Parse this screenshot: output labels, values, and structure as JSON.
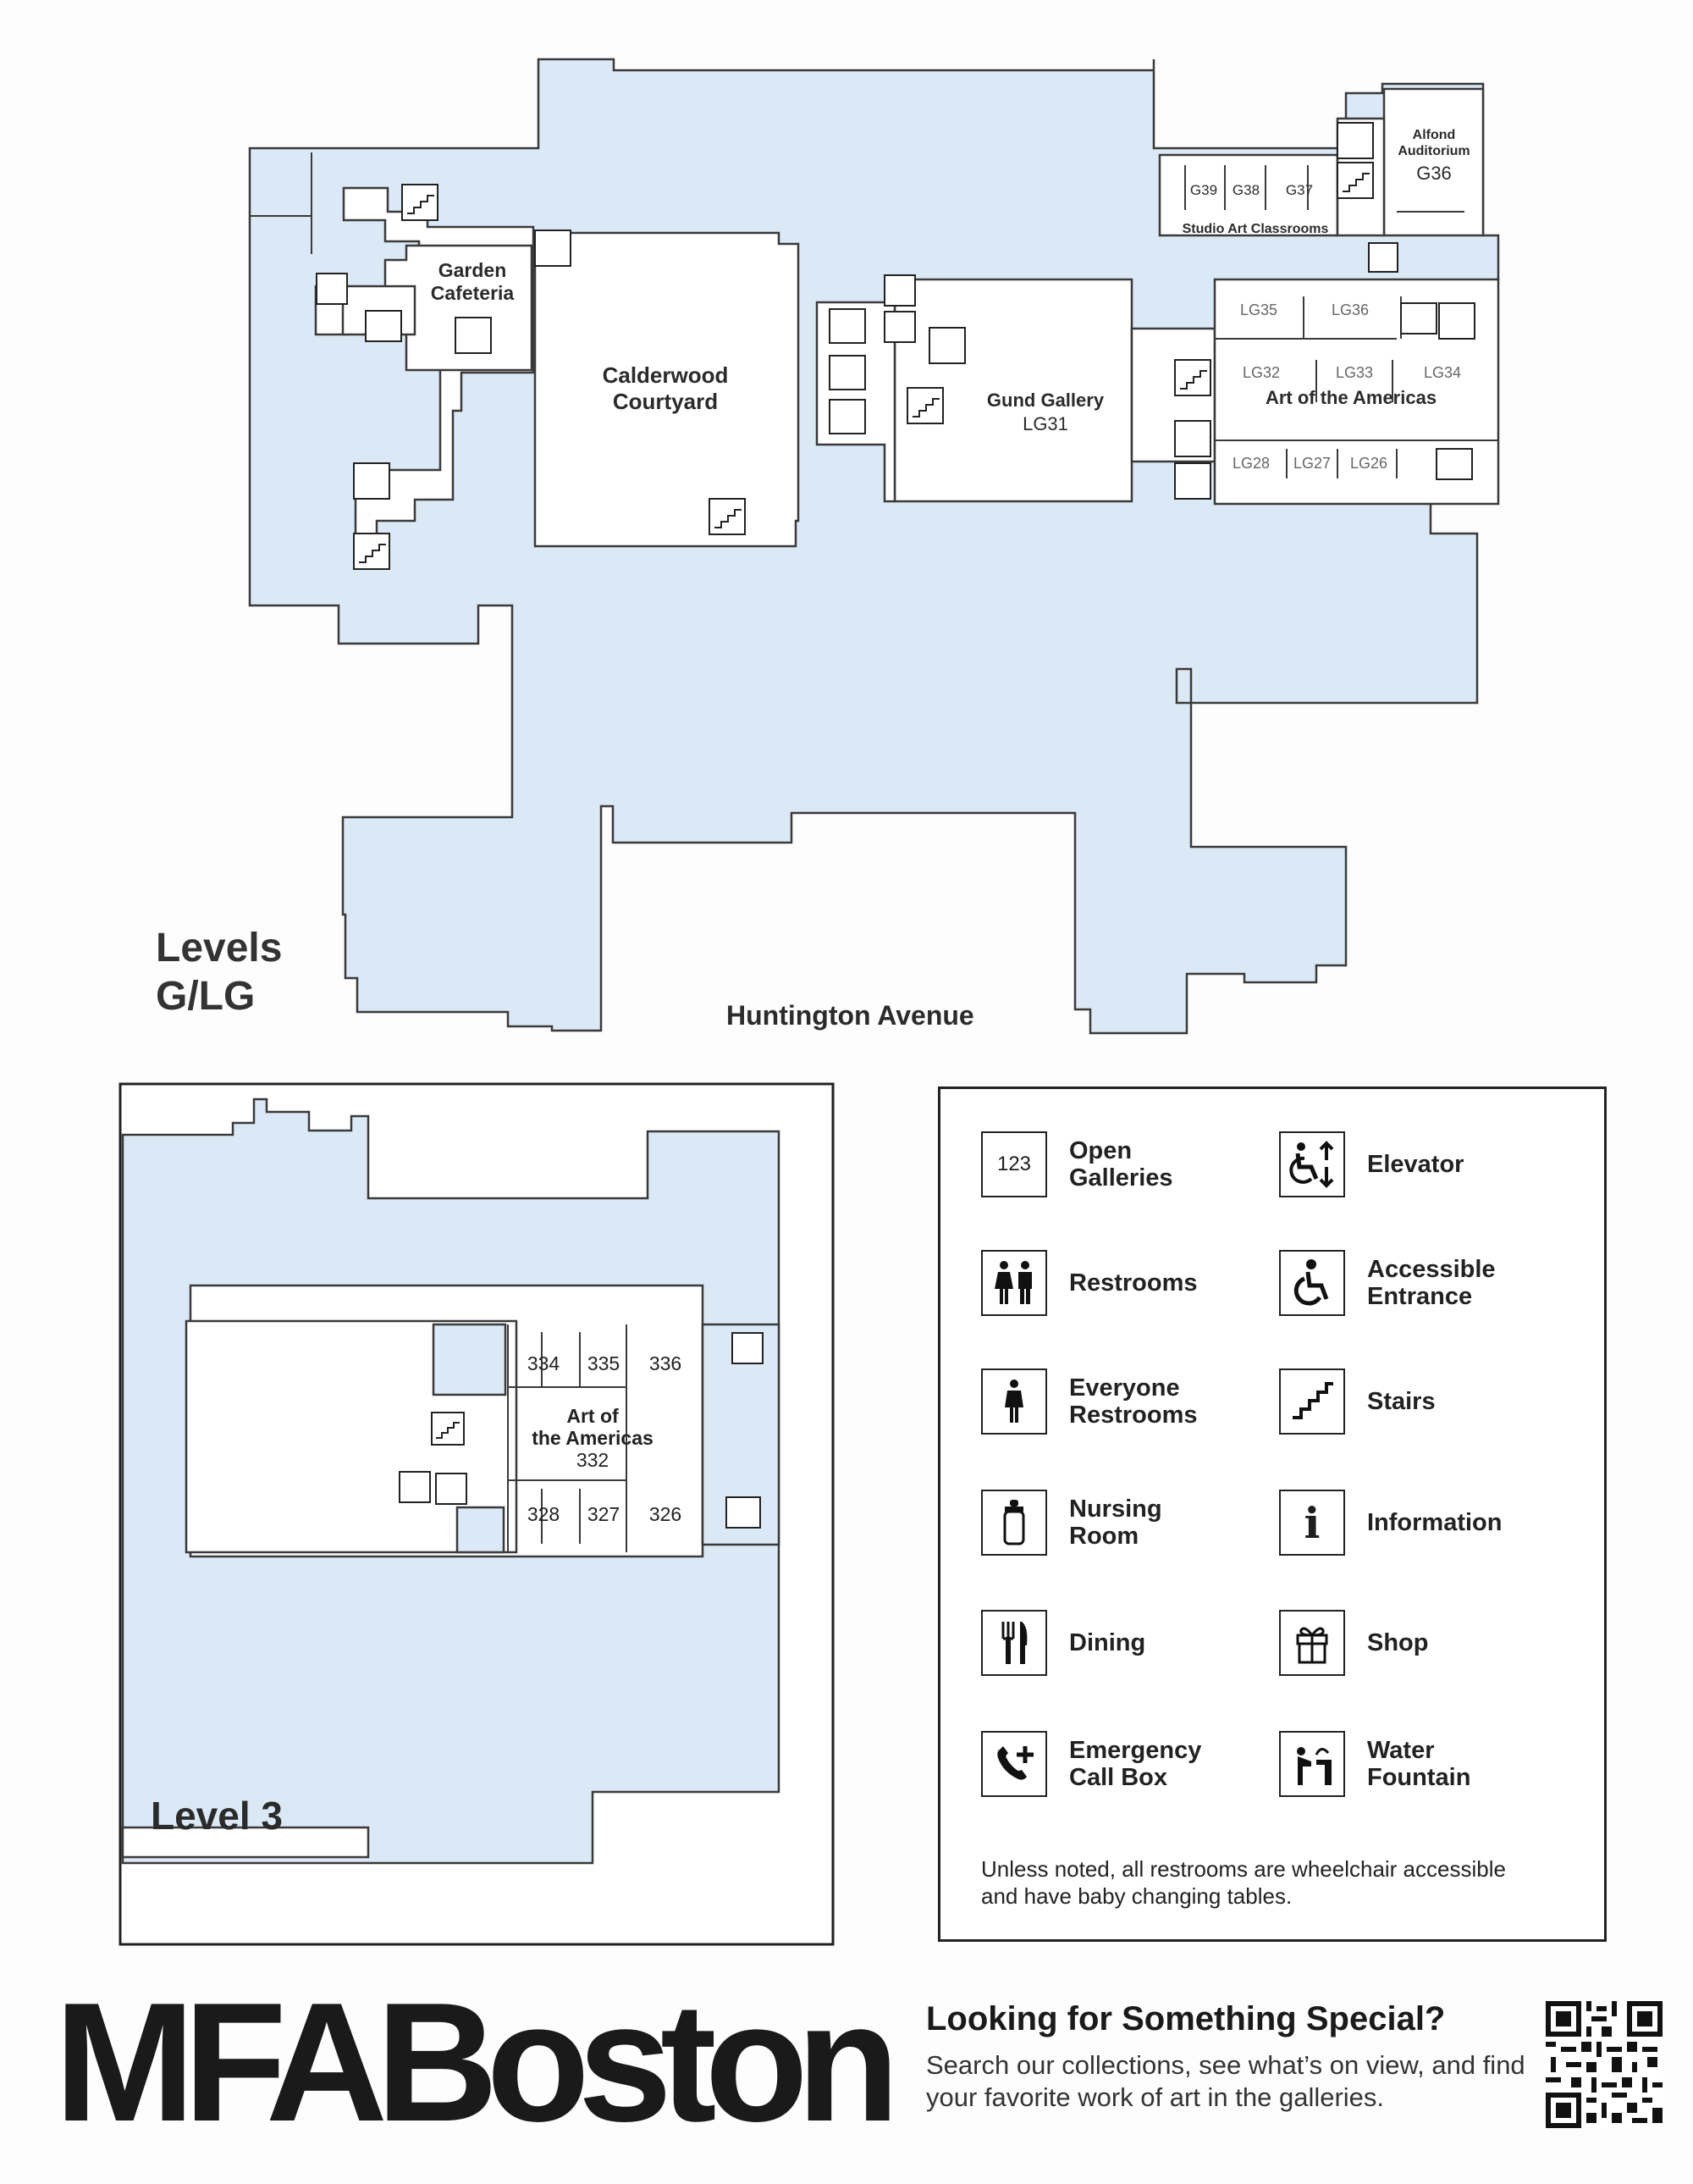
{
  "map_top": {
    "title_line1": "Levels",
    "title_line2": "G/LG",
    "street": "Huntington Avenue",
    "rooms": {
      "garden_cafeteria": [
        "Garden",
        "Cafeteria"
      ],
      "calderwood": [
        "Calderwood",
        "Courtyard"
      ],
      "gund_gallery": "Gund Gallery",
      "gund_code": "LG31",
      "alfond": [
        "Alfond",
        "Auditorium"
      ],
      "alfond_code": "G36",
      "g39": "G39",
      "g38": "G38",
      "g37": "G37",
      "studio": "Studio Art Classrooms",
      "lg35": "LG35",
      "lg36": "LG36",
      "lg32": "LG32",
      "lg33": "LG33",
      "lg34": "LG34",
      "americas": "Art of the Americas",
      "lg28": "LG28",
      "lg27": "LG27",
      "lg26": "LG26"
    }
  },
  "map_level3": {
    "title": "Level 3",
    "rooms": {
      "r334": "334",
      "r335": "335",
      "r336": "336",
      "americas_line1": "Art of",
      "americas_line2": "the Americas",
      "r332": "332",
      "r328": "328",
      "r327": "327",
      "r326": "326"
    }
  },
  "legend": {
    "items": [
      {
        "icon": "gallery-number-icon",
        "icon_text": "123",
        "label": [
          "Open",
          "Galleries"
        ]
      },
      {
        "icon": "elevator-icon",
        "label": [
          "Elevator"
        ]
      },
      {
        "icon": "restrooms-icon",
        "label": [
          "Restrooms"
        ]
      },
      {
        "icon": "accessible-entrance-icon",
        "label": [
          "Accessible",
          "Entrance"
        ]
      },
      {
        "icon": "everyone-restroom-icon",
        "label": [
          "Everyone",
          "Restrooms"
        ]
      },
      {
        "icon": "stairs-icon",
        "label": [
          "Stairs"
        ]
      },
      {
        "icon": "nursing-room-icon",
        "label": [
          "Nursing",
          "Room"
        ]
      },
      {
        "icon": "information-icon",
        "label": [
          "Information"
        ]
      },
      {
        "icon": "dining-icon",
        "label": [
          "Dining"
        ]
      },
      {
        "icon": "shop-icon",
        "label": [
          "Shop"
        ]
      },
      {
        "icon": "emergency-callbox-icon",
        "label": [
          "Emergency",
          "Call Box"
        ]
      },
      {
        "icon": "water-fountain-icon",
        "label": [
          "Water",
          "Fountain"
        ]
      }
    ],
    "note": "Unless noted, all restrooms are wheelchair accessible and have baby changing tables."
  },
  "footer": {
    "brand": "MFABoston",
    "promo_title": "Looking for Something Special?",
    "promo_body": "Search our collections, see what’s on view, and find your favorite work of art in the galleries."
  },
  "colors": {
    "floor_fill": "#dbe9f6",
    "room_fill": "#ffffff",
    "wall": "#3a3a3a",
    "text": "#1e1e1e"
  }
}
